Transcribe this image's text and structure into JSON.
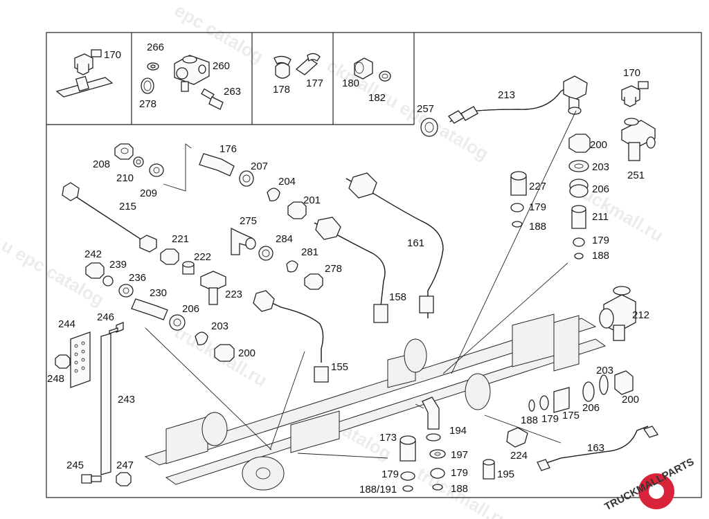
{
  "callouts": [
    {
      "id": "c170a",
      "label": "170"
    },
    {
      "id": "c266",
      "label": "266"
    },
    {
      "id": "c260",
      "label": "260"
    },
    {
      "id": "c278a",
      "label": "278"
    },
    {
      "id": "c263",
      "label": "263"
    },
    {
      "id": "c178",
      "label": "178"
    },
    {
      "id": "c177",
      "label": "177"
    },
    {
      "id": "c180",
      "label": "180"
    },
    {
      "id": "c182",
      "label": "182"
    },
    {
      "id": "c257",
      "label": "257"
    },
    {
      "id": "c213",
      "label": "213"
    },
    {
      "id": "c170b",
      "label": "170"
    },
    {
      "id": "c200a",
      "label": "200"
    },
    {
      "id": "c203a",
      "label": "203"
    },
    {
      "id": "c206a",
      "label": "206"
    },
    {
      "id": "c251",
      "label": "251"
    },
    {
      "id": "c211",
      "label": "211"
    },
    {
      "id": "c179a",
      "label": "179"
    },
    {
      "id": "c188a",
      "label": "188"
    },
    {
      "id": "c227",
      "label": "227"
    },
    {
      "id": "c179b",
      "label": "179"
    },
    {
      "id": "c188b",
      "label": "188"
    },
    {
      "id": "c212",
      "label": "212"
    },
    {
      "id": "c208",
      "label": "208"
    },
    {
      "id": "c176",
      "label": "176"
    },
    {
      "id": "c207",
      "label": "207"
    },
    {
      "id": "c210",
      "label": "210"
    },
    {
      "id": "c209",
      "label": "209"
    },
    {
      "id": "c204",
      "label": "204"
    },
    {
      "id": "c201",
      "label": "201"
    },
    {
      "id": "c215",
      "label": "215"
    },
    {
      "id": "c275",
      "label": "275"
    },
    {
      "id": "c161",
      "label": "161"
    },
    {
      "id": "c284",
      "label": "284"
    },
    {
      "id": "c281",
      "label": "281"
    },
    {
      "id": "c278b",
      "label": "278"
    },
    {
      "id": "c221",
      "label": "221"
    },
    {
      "id": "c242",
      "label": "242"
    },
    {
      "id": "c222",
      "label": "222"
    },
    {
      "id": "c239",
      "label": "239"
    },
    {
      "id": "c236",
      "label": "236"
    },
    {
      "id": "c230",
      "label": "230"
    },
    {
      "id": "c223",
      "label": "223"
    },
    {
      "id": "c158",
      "label": "158"
    },
    {
      "id": "c206b",
      "label": "206"
    },
    {
      "id": "c203b",
      "label": "203"
    },
    {
      "id": "c244",
      "label": "244"
    },
    {
      "id": "c246",
      "label": "246"
    },
    {
      "id": "c200b",
      "label": "200"
    },
    {
      "id": "c155",
      "label": "155"
    },
    {
      "id": "c248",
      "label": "248"
    },
    {
      "id": "c243",
      "label": "243"
    },
    {
      "id": "c203c",
      "label": "203"
    },
    {
      "id": "c200c",
      "label": "200"
    },
    {
      "id": "c188c",
      "label": "188"
    },
    {
      "id": "c179c",
      "label": "179"
    },
    {
      "id": "c175",
      "label": "175"
    },
    {
      "id": "c206c",
      "label": "206"
    },
    {
      "id": "c194",
      "label": "194"
    },
    {
      "id": "c173",
      "label": "173"
    },
    {
      "id": "c163",
      "label": "163"
    },
    {
      "id": "c224",
      "label": "224"
    },
    {
      "id": "c197",
      "label": "197"
    },
    {
      "id": "c179d",
      "label": "179"
    },
    {
      "id": "c179e",
      "label": "179"
    },
    {
      "id": "c195",
      "label": "195"
    },
    {
      "id": "c245",
      "label": "245"
    },
    {
      "id": "c247",
      "label": "247"
    },
    {
      "id": "c188191",
      "label": "188/191"
    },
    {
      "id": "c188d",
      "label": "188"
    }
  ],
  "watermarks": {
    "w1": "epc catalog",
    "w2": "ckmall.ru epc catalog",
    "w3": "ruckmall.ru",
    "w4": "u epc catalog",
    "w5": "truckmall.ru",
    "w6": "catalog",
    "w7": "truckmall.ru e"
  },
  "logo": {
    "text": "TRUCKMALLPARTS",
    "color_primary": "#d9233a",
    "color_secondary": "#333333"
  }
}
